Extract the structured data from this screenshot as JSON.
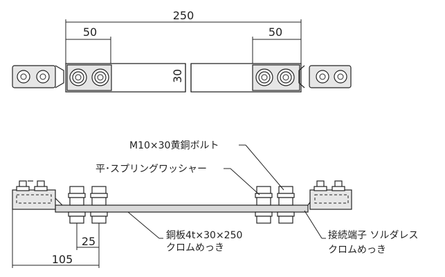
{
  "dimensions": {
    "overall_length": "250",
    "left_bolt_span": "50",
    "right_bolt_span": "50",
    "bar_width": "30",
    "bolt_offset": "25",
    "terminal_offset": "105"
  },
  "callouts": {
    "bolt": "M10×30黄銅ボルト",
    "washer": "平･スプリングワッシャー",
    "plate_line1": "銅板4t×30×250",
    "plate_line2": "クロムめっき",
    "terminal_line1": "接続端子 ソルダレス",
    "terminal_line2": "クロムめっき"
  }
}
